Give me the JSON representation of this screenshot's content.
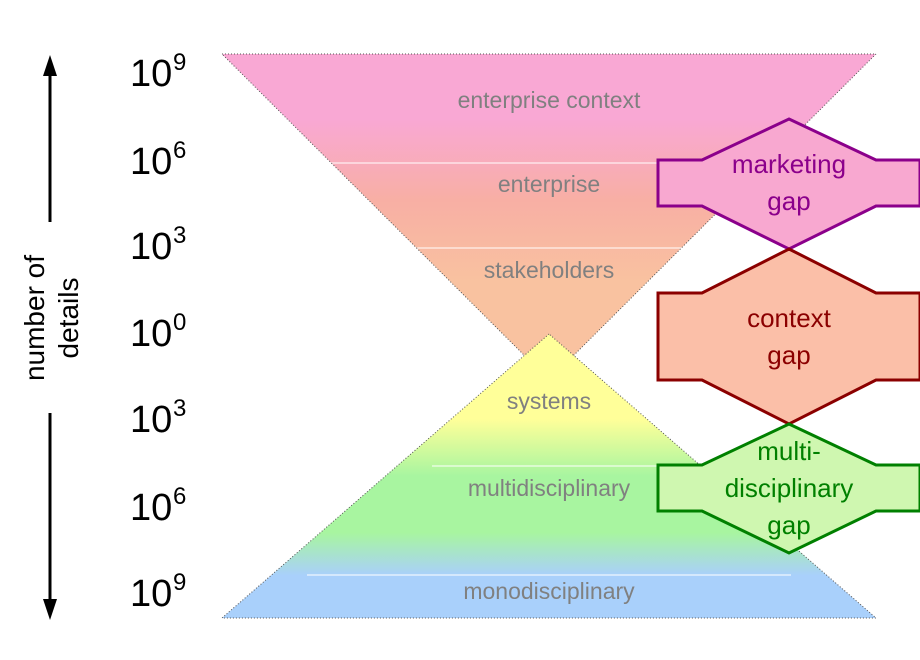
{
  "axis": {
    "title_line1": "number of",
    "title_line2": "details",
    "ticks": [
      {
        "base": "10",
        "exp": "9"
      },
      {
        "base": "10",
        "exp": "6"
      },
      {
        "base": "10",
        "exp": "3"
      },
      {
        "base": "10",
        "exp": "0"
      },
      {
        "base": "10",
        "exp": "3"
      },
      {
        "base": "10",
        "exp": "6"
      },
      {
        "base": "10",
        "exp": "9"
      }
    ]
  },
  "layers": {
    "enterprise_context": "enterprise context",
    "enterprise": "enterprise",
    "stakeholders": "stakeholders",
    "systems": "systems",
    "multidisciplinary": "multidisciplinary",
    "monodisciplinary": "monodisciplinary"
  },
  "gaps": {
    "marketing": {
      "line1": "marketing",
      "line2": "gap",
      "color": "#8B008B",
      "fill": "#F8A8D0"
    },
    "context": {
      "line1": "context",
      "line2": "gap",
      "color": "#8B0000",
      "fill": "#FBBFA8"
    },
    "multidisciplinary": {
      "line1": "multi-",
      "line2": "disciplinary",
      "line3": "gap",
      "color": "#008000",
      "fill": "#CFF7B0"
    }
  },
  "colors": {
    "top_pink": "#F9A8D4",
    "salmon": "#F8AFA4",
    "peach": "#F9C2A0",
    "yellow": "#FFFF99",
    "green": "#A8F5A0",
    "blue": "#A9D0FB",
    "layer_text": "#808080"
  }
}
